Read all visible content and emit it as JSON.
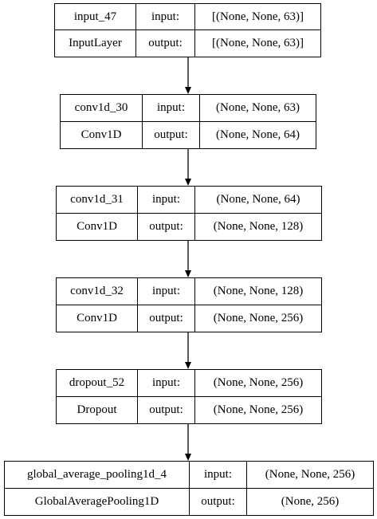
{
  "layers": [
    {
      "name": "input_47",
      "type": "InputLayer",
      "input_label": "input:",
      "output_label": "output:",
      "input_shape": "[(None, None, 63)]",
      "output_shape": "[(None, None, 63)]"
    },
    {
      "name": "conv1d_30",
      "type": "Conv1D",
      "input_label": "input:",
      "output_label": "output:",
      "input_shape": "(None, None, 63)",
      "output_shape": "(None, None, 64)"
    },
    {
      "name": "conv1d_31",
      "type": "Conv1D",
      "input_label": "input:",
      "output_label": "output:",
      "input_shape": "(None, None, 64)",
      "output_shape": "(None, None, 128)"
    },
    {
      "name": "conv1d_32",
      "type": "Conv1D",
      "input_label": "input:",
      "output_label": "output:",
      "input_shape": "(None, None, 128)",
      "output_shape": "(None, None, 256)"
    },
    {
      "name": "dropout_52",
      "type": "Dropout",
      "input_label": "input:",
      "output_label": "output:",
      "input_shape": "(None, None, 256)",
      "output_shape": "(None, None, 256)"
    },
    {
      "name": "global_average_pooling1d_4",
      "type": "GlobalAveragePooling1D",
      "input_label": "input:",
      "output_label": "output:",
      "input_shape": "(None, None, 256)",
      "output_shape": "(None, 256)"
    }
  ],
  "edges": [
    {
      "from": "input_47",
      "to": "conv1d_30"
    },
    {
      "from": "conv1d_30",
      "to": "conv1d_31"
    },
    {
      "from": "conv1d_31",
      "to": "conv1d_32"
    },
    {
      "from": "conv1d_32",
      "to": "dropout_52"
    },
    {
      "from": "dropout_52",
      "to": "global_average_pooling1d_4"
    }
  ]
}
